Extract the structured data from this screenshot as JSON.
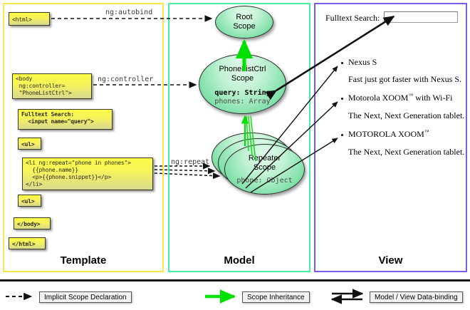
{
  "columns": [
    {
      "label": "Template",
      "border_color": "#f2ea4b"
    },
    {
      "label": "Model",
      "border_color": "#45efa4"
    },
    {
      "label": "View",
      "border_color": "#7a5ce8"
    }
  ],
  "template": {
    "boxes": [
      {
        "name": "html-open",
        "text": "<html>"
      },
      {
        "name": "body-open",
        "text": "<body\n ng:controller=\n \"PhoneListCtrl\">"
      },
      {
        "name": "fulltext-search",
        "text": "Fulltext Search:\n  <input name=\"query\">"
      },
      {
        "name": "ul-open",
        "text": "<ul>"
      },
      {
        "name": "li-repeat",
        "text": "<li ng:repeat=\"phone in phones\">\n  {{phone.name}}\n  <p>{{phone.snippet}}</p>\n</li>"
      },
      {
        "name": "ul-close",
        "text": "<ul>"
      },
      {
        "name": "body-close",
        "text": "</body>"
      },
      {
        "name": "html-close",
        "text": "</html>"
      }
    ]
  },
  "model": {
    "scopes": [
      {
        "name": "root-scope",
        "title_line1": "Root",
        "title_line2": "Scope",
        "props": []
      },
      {
        "name": "phonelistctrl-scope",
        "title_line1": "PhoneListCtrl",
        "title_line2": "Scope",
        "props": [
          {
            "text": "query: String",
            "bold": true
          },
          {
            "text": "phones: Array",
            "bold": false
          }
        ]
      },
      {
        "name": "repeater-scope",
        "title_line1": "Repeater",
        "title_line2": "Scope",
        "props": [
          {
            "text": "phone: Object",
            "bold": false
          }
        ]
      }
    ]
  },
  "view": {
    "search_label": "Fulltext Search:",
    "search_value": "",
    "items": [
      {
        "title": "Nexus S",
        "sup": "",
        "desc": "Fast just got faster with Nexus S."
      },
      {
        "title": "Motorola XOOM",
        "sup": "™",
        "title_tail": " with Wi-Fi",
        "desc": "The Next, Next Generation tablet."
      },
      {
        "title": "MOTOROLA XOOM",
        "sup": "™",
        "title_tail": "",
        "desc": "The Next, Next Generation tablet."
      }
    ]
  },
  "edge_labels": {
    "autobind": "ng:autobind",
    "controller": "ng:controller",
    "repeat": "ng:repeat"
  },
  "legend": [
    {
      "name": "implicit-scope-declaration",
      "label": "Implicit Scope Declaration",
      "marker": "dashed-arrow",
      "color": "#000000"
    },
    {
      "name": "scope-inheritance",
      "label": "Scope Inheritance",
      "marker": "green-arrow",
      "color": "#00e000"
    },
    {
      "name": "model-view-data-binding",
      "label": "Model / View Data-binding",
      "marker": "double-arrow",
      "color": "#000000"
    }
  ],
  "colors": {
    "template_border": "#f2ea4b",
    "model_border": "#45efa4",
    "view_border": "#7a5ce8",
    "code_box_fill": "#fdfc46",
    "scope_fill": "#84e2ab",
    "inheritance_arrow": "#00e000"
  }
}
